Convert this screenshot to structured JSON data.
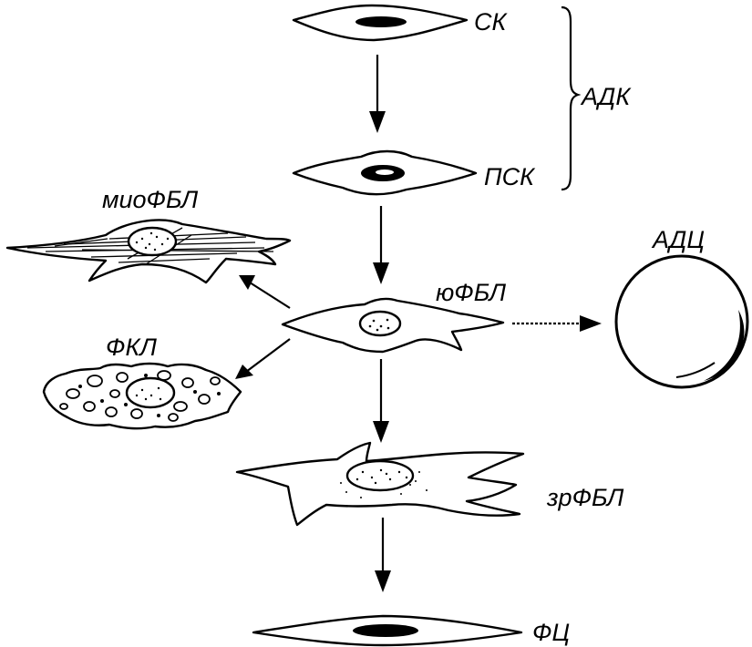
{
  "labels": {
    "sk": "СК",
    "psk": "ПСК",
    "adk": "АДК",
    "miofbl": "миоФБЛ",
    "yufbl": "юФБЛ",
    "adc": "АДЦ",
    "fkl": "ФКЛ",
    "zrfbl": "зрФБЛ",
    "fc": "ФЦ"
  }
}
